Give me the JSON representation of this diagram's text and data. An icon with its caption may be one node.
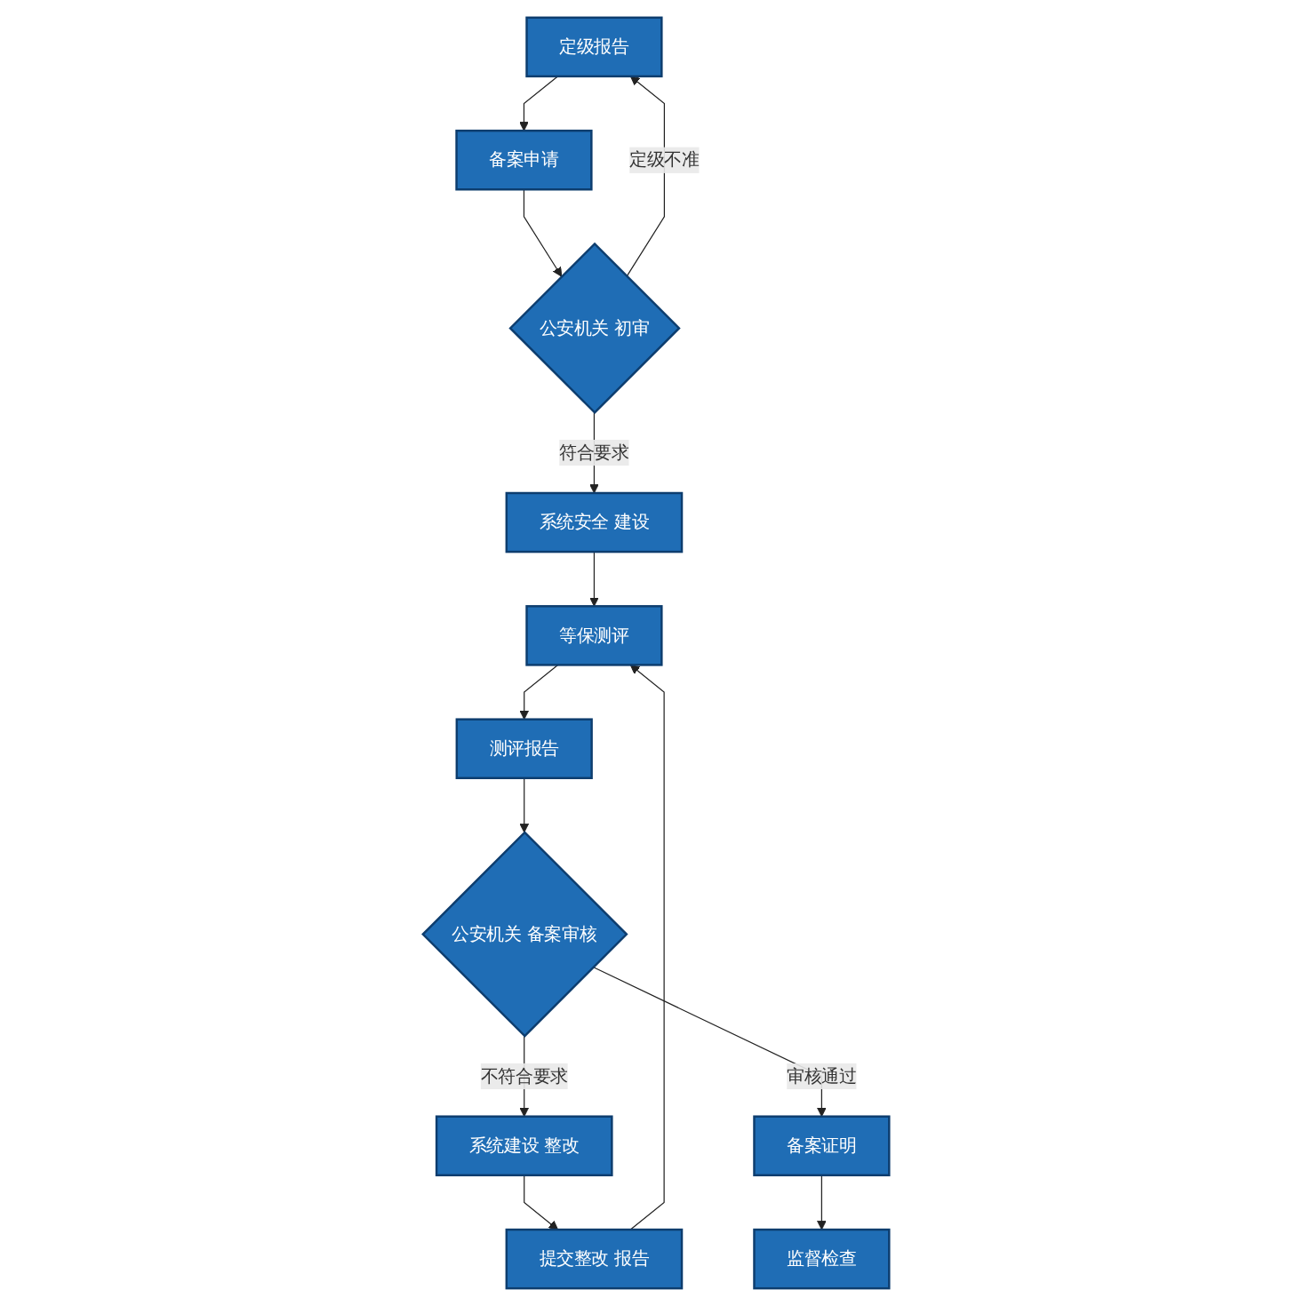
{
  "diagram": {
    "nodes": [
      {
        "text": [
          "定级报告"
        ]
      },
      {
        "text": [
          "备案申请"
        ]
      },
      {
        "text": [
          "公安机关 初审"
        ]
      },
      {
        "text": [
          "系统安全 建设"
        ]
      },
      {
        "text": [
          "等保测评"
        ]
      },
      {
        "text": [
          "测评报告"
        ]
      },
      {
        "text": [
          "公安机关 备案审核"
        ]
      },
      {
        "text": [
          "备案证明"
        ]
      },
      {
        "text": [
          "监督检查"
        ]
      },
      {
        "text": [
          "系统建设 整改"
        ]
      },
      {
        "text": [
          "提交整改 报告"
        ]
      }
    ],
    "edges": [
      {
        "from": 0,
        "to": 1,
        "arrow": "to"
      },
      {
        "from": 1,
        "to": 2,
        "arrow": "to"
      },
      {
        "from": 2,
        "to": 0,
        "arrow": "to",
        "label": "定级不准"
      },
      {
        "from": 2,
        "to": 3,
        "arrow": "to",
        "label": "符合要求"
      },
      {
        "from": 3,
        "to": 4,
        "arrow": "to"
      },
      {
        "from": 4,
        "to": 5,
        "arrow": "to"
      },
      {
        "from": 5,
        "to": 6,
        "arrow": "to"
      },
      {
        "from": 6,
        "to": 9,
        "arrow": "to",
        "label": "不符合要求"
      },
      {
        "from": 9,
        "to": 10,
        "arrow": "to"
      },
      {
        "from": 10,
        "to": 4,
        "arrow": "to"
      },
      {
        "from": 6,
        "to": 7,
        "arrow": "to",
        "label": "审核通过"
      },
      {
        "from": 7,
        "to": 8,
        "arrow": "to"
      }
    ]
  }
}
